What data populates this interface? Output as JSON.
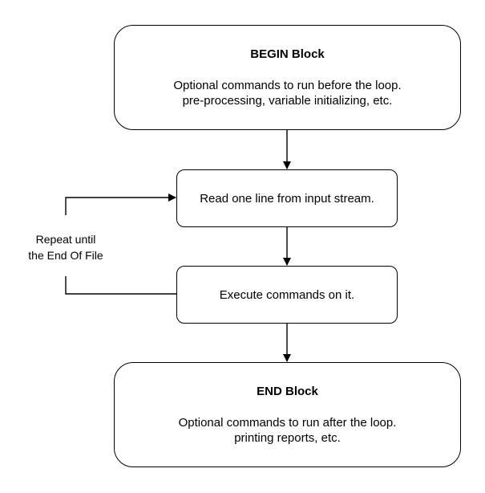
{
  "begin_block": {
    "title": "BEGIN Block",
    "lines": [
      "Optional commands to run before the loop.",
      "pre-processing, variable initializing, etc."
    ]
  },
  "read_step": {
    "label": "Read one line from input stream."
  },
  "execute_step": {
    "label": "Execute commands on it."
  },
  "loop": {
    "label_lines": [
      "Repeat until",
      "the End Of File"
    ]
  },
  "end_block": {
    "title": "END Block",
    "lines": [
      "Optional commands to run after the loop.",
      "printing reports, etc."
    ]
  }
}
